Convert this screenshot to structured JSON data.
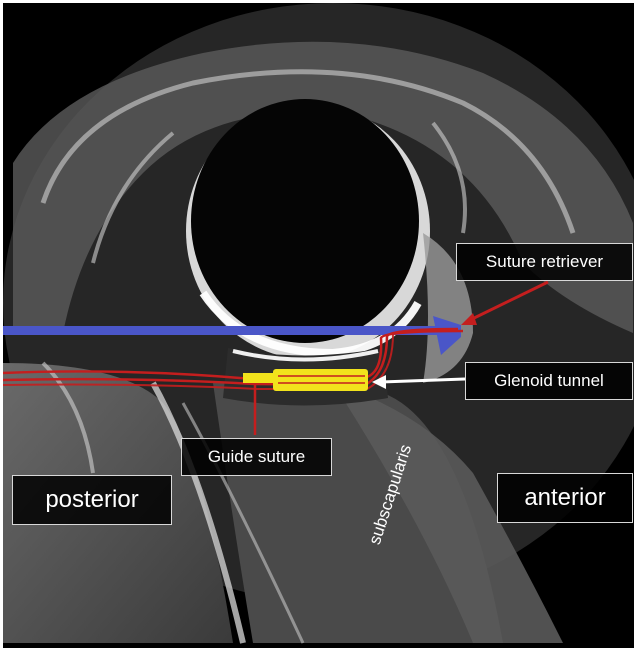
{
  "labels": {
    "suture_retriever": "Suture retriever",
    "glenoid_tunnel": "Glenoid tunnel",
    "guide_suture": "Guide suture",
    "posterior": "posterior",
    "anterior": "anterior",
    "subscapularis": "subscapularis"
  },
  "colors": {
    "instrument_blue": "#4a56c8",
    "suture_red": "#c41e1e",
    "tunnel_yellow": "#f2e31c",
    "arrow_white": "#ffffff"
  }
}
